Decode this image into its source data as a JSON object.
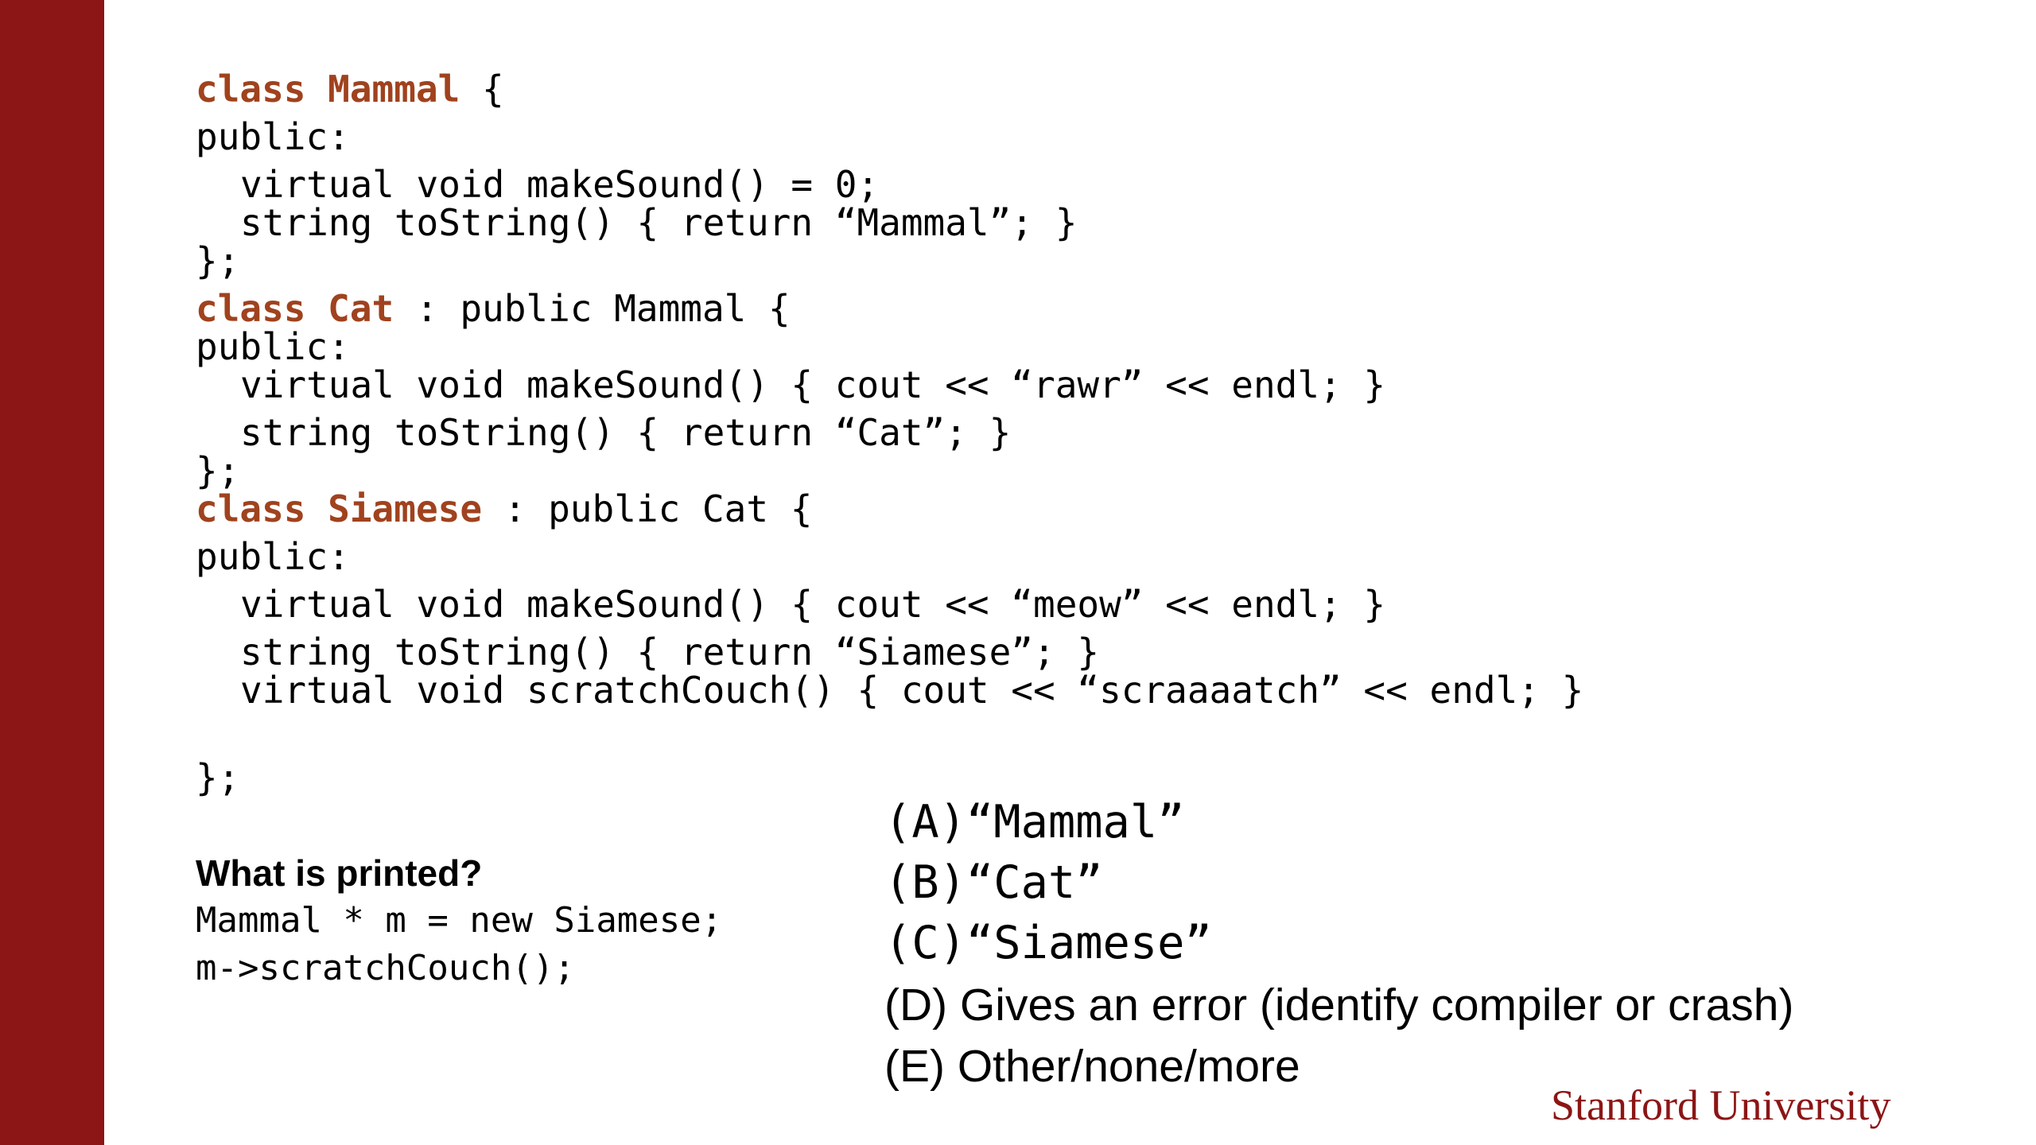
{
  "code": {
    "l1": {
      "kw": "class Mammal",
      "rest": " {"
    },
    "l2": "public:",
    "l3": "virtual void makeSound() = 0;",
    "l4": "string toString() { return “Mammal”; }",
    "l5": "};",
    "l6": {
      "kw": "class Cat",
      "rest": " : public Mammal {"
    },
    "l7": "public:",
    "l8": "virtual void makeSound() { cout << “rawr” << endl; }",
    "l9": "string toString() { return “Cat”; }",
    "l10": "};",
    "l11": {
      "kw": "class Siamese",
      "rest": " : public Cat {"
    },
    "l12": "public:",
    "l13": "virtual void makeSound() { cout << “meow” << endl; }",
    "l14": "string toString() { return “Siamese”; }",
    "l15": "virtual void scratchCouch() { cout << “scraaaatch” << endl; }",
    "l16": "};"
  },
  "question": {
    "label": "What is printed?",
    "line1": "Mammal * m = new Siamese;",
    "line2": "m->scratchCouch();"
  },
  "answers": {
    "a": "(A)“Mammal”",
    "b": "(B)“Cat”",
    "c": "(C)“Siamese”",
    "d": "(D) Gives an error (identify compiler or crash)",
    "e": "(E) Other/none/more"
  },
  "logo_text": "Stanford University",
  "colors": {
    "bar": "#8c1515",
    "keyword": "#a0421e"
  }
}
